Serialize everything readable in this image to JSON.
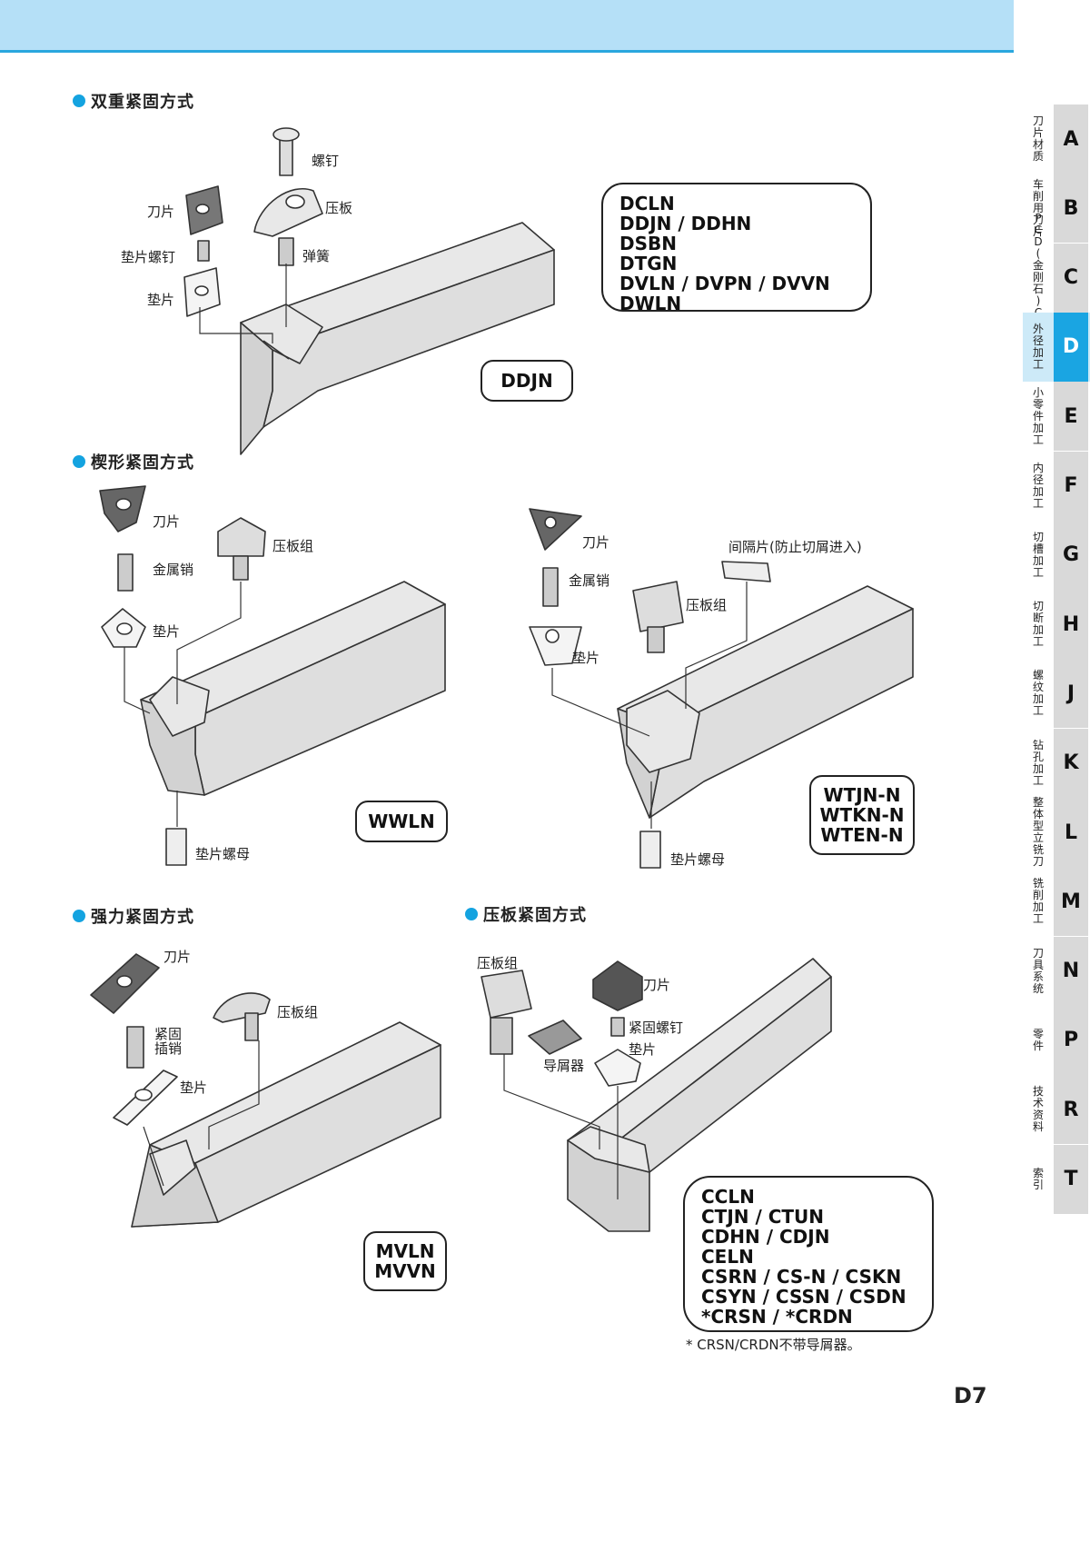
{
  "sections": {
    "double": "双重紧固方式",
    "wedge": "楔形紧固方式",
    "power": "强力紧固方式",
    "clamp": "压板紧固方式"
  },
  "labels": {
    "s1_screw": "螺钉",
    "s1_blade": "刀片",
    "s1_clamp": "压板",
    "s1_shim_screw": "垫片螺钉",
    "s1_spring": "弹簧",
    "s1_shim": "垫片",
    "s2a_blade": "刀片",
    "s2a_clamp_group": "压板组",
    "s2a_metal_pin": "金属销",
    "s2a_shim": "垫片",
    "s2a_shim_nut": "垫片螺母",
    "s2b_blade": "刀片",
    "s2b_spacer": "间隔片(防止切屑进入)",
    "s2b_metal_pin": "金属销",
    "s2b_clamp_group": "压板组",
    "s2b_shim": "垫片",
    "s2b_shim_nut": "垫片螺母",
    "s3_blade": "刀片",
    "s3_clamp_group": "压板组",
    "s3_lock_pin": "紧固\n插销",
    "s3_shim": "垫片",
    "s4_clamp_group": "压板组",
    "s4_blade": "刀片",
    "s4_lock_screw": "紧固螺钉",
    "s4_shim": "垫片",
    "s4_chip_breaker": "导屑器"
  },
  "models": {
    "ddjn": "DDJN",
    "wwln": "WWLN",
    "wtjn": [
      "WTJN-N",
      "WTKN-N",
      "WTEN-N"
    ],
    "mvln": [
      "MVLN",
      "MVVN"
    ]
  },
  "lists": {
    "double": [
      "DCLN",
      "DDJN / DDHN",
      "DSBN",
      "DTGN",
      "DVLN / DVPN / DVVN",
      "DWLN"
    ],
    "clamp": [
      "CCLN",
      "CTJN / CTUN",
      "CDHN / CDJN",
      "CELN",
      "CSRN / CS-N / CSKN",
      "CSYN / CSSN / CSDN",
      "*CRSN / *CRDN"
    ]
  },
  "footnote": "* CRSN/CRDN不带导屑器。",
  "page_number": "D7",
  "tabs": [
    {
      "letter": "A",
      "text": "刀片材质"
    },
    {
      "letter": "B",
      "text": "车削用刀片"
    },
    {
      "letter": "C",
      "text": "PCD(金刚石)CBN"
    },
    {
      "letter": "D",
      "text": "外径加工",
      "active": true
    },
    {
      "letter": "E",
      "text": "小零件加工"
    },
    {
      "letter": "F",
      "text": "内径加工"
    },
    {
      "letter": "G",
      "text": "切槽加工"
    },
    {
      "letter": "H",
      "text": "切断加工"
    },
    {
      "letter": "J",
      "text": "螺纹加工"
    },
    {
      "letter": "K",
      "text": "钻孔加工"
    },
    {
      "letter": "L",
      "text": "整体型立铣刀"
    },
    {
      "letter": "M",
      "text": "铣削加工"
    },
    {
      "letter": "N",
      "text": "刀具系统"
    },
    {
      "letter": "P",
      "text": "零件"
    },
    {
      "letter": "R",
      "text": "技术资料"
    },
    {
      "letter": "T",
      "text": "索引"
    }
  ],
  "colors": {
    "accent": "#1aa5e2",
    "header": "#b5e0f7",
    "tool_body": "#e9e9e9"
  }
}
